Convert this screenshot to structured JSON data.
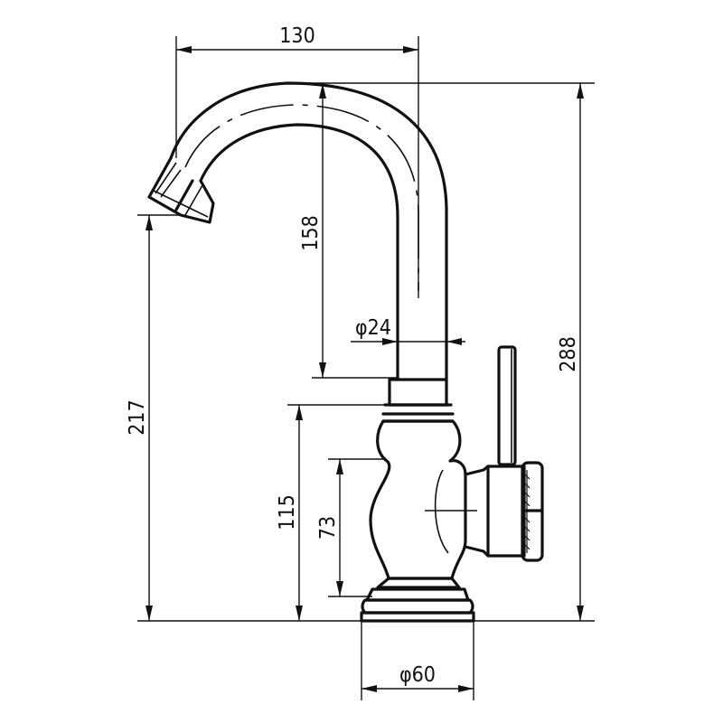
{
  "dimensions": {
    "spout_reach": "130",
    "spout_height": "158",
    "spout_diameter": "φ24",
    "total_height": "288",
    "outlet_height": "217",
    "body_height": "115",
    "handle_height": "73",
    "base_diameter": "φ60"
  },
  "colors": {
    "line": "#111111",
    "background": "#ffffff"
  }
}
